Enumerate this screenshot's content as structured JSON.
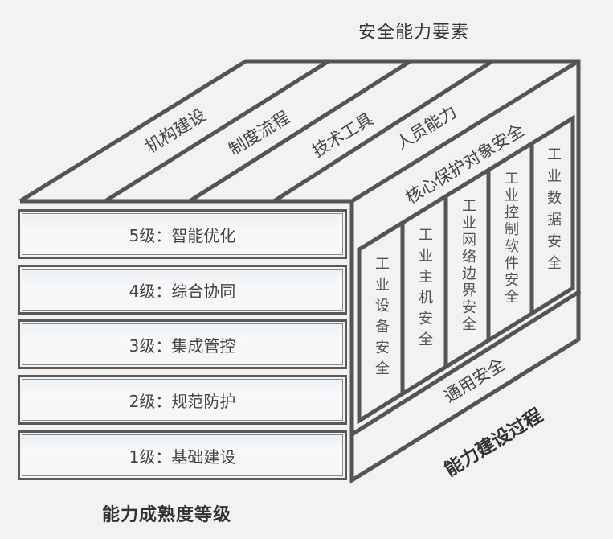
{
  "titles": {
    "security_elements": "安全能力要素",
    "maturity_levels": "能力成熟度等级",
    "build_process": "能力建设过程"
  },
  "top_face": [
    "机构建设",
    "制度流程",
    "技术工具",
    "人员能力"
  ],
  "levels": [
    "5级：智能优化",
    "4级：综合协同",
    "3级：集成管控",
    "2级：规范防护",
    "1级：基础建设"
  ],
  "core_objects": {
    "title": "核心保护对象安全",
    "columns": [
      "工业设备安全",
      "工业主机安全",
      "工业网络边界安全",
      "工业控制软件安全",
      "工业数据安全"
    ]
  },
  "general_security": "通用安全",
  "colors": {
    "line": "#555555",
    "background": "#f2f2f2"
  }
}
